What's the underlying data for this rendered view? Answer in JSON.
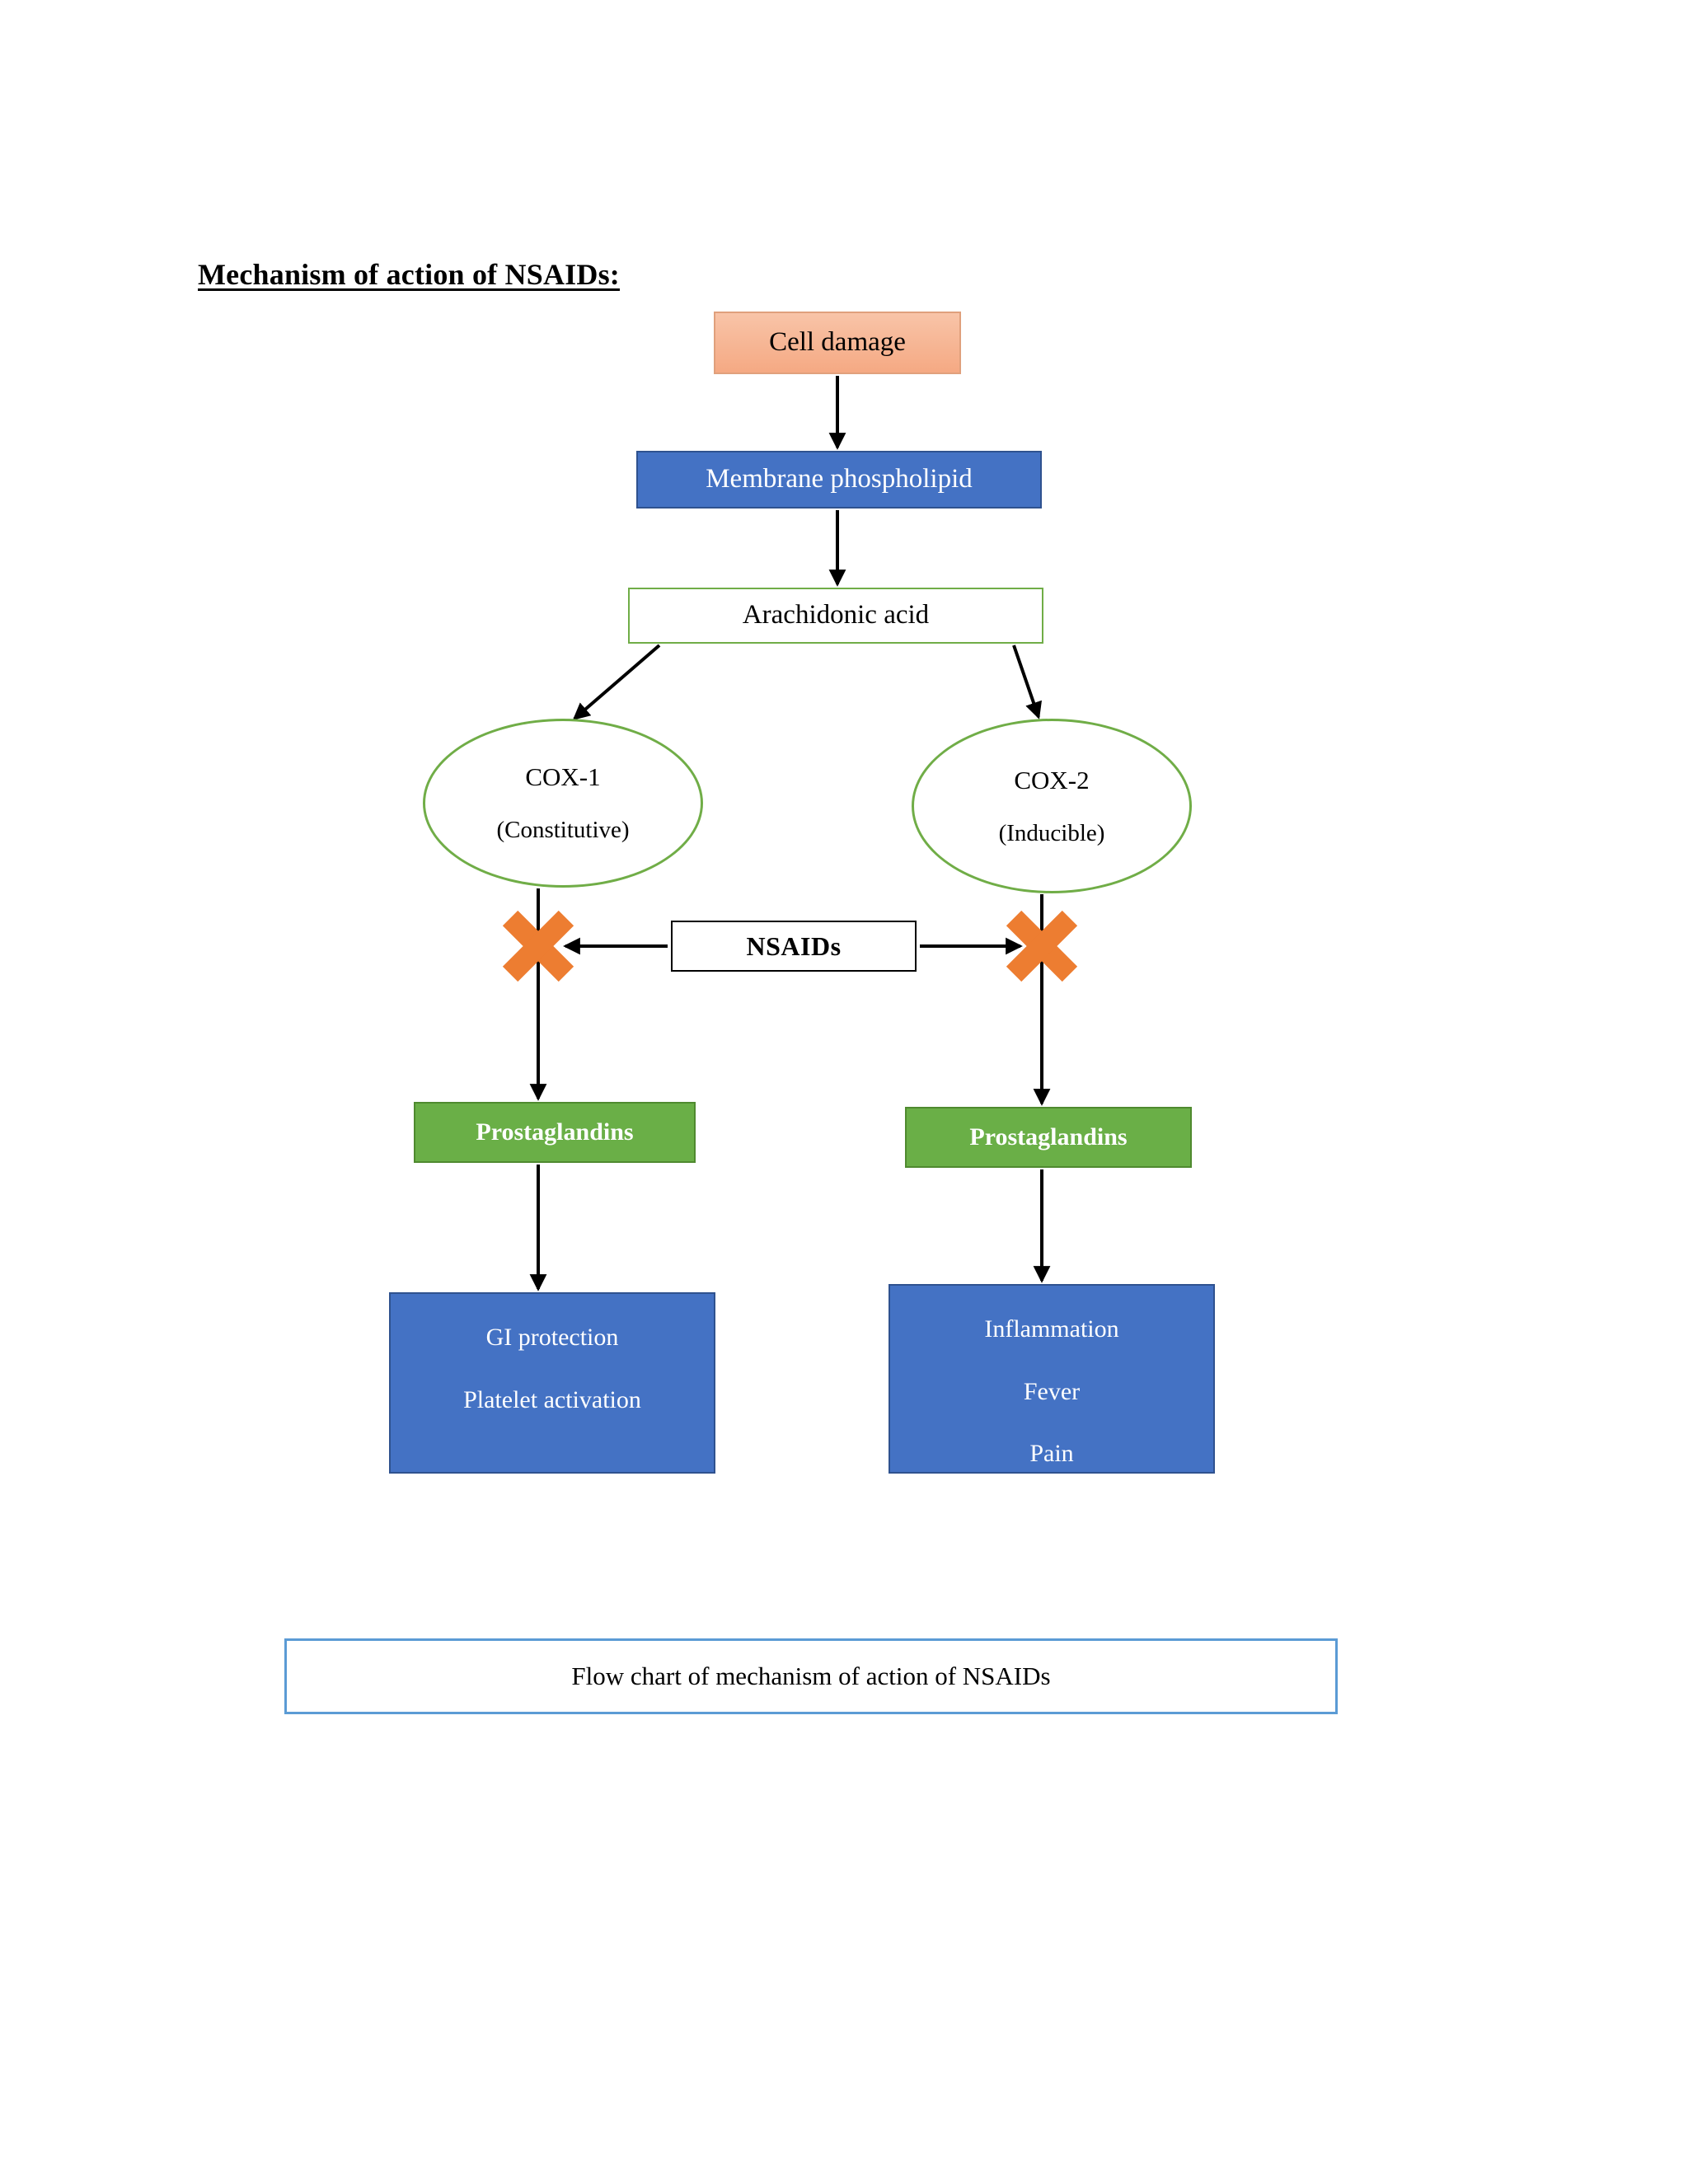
{
  "document": {
    "title": "Mechanism of action of NSAIDs:"
  },
  "flowchart": {
    "nodes": {
      "cell_damage": {
        "label": "Cell damage",
        "fill": "#F5A983",
        "text_color": "#000000",
        "shape": "rectangle"
      },
      "membrane_phospholipid": {
        "label": "Membrane phospholipid",
        "fill": "#4472C4",
        "text_color": "#FFFFFF",
        "shape": "rectangle"
      },
      "arachidonic_acid": {
        "label": "Arachidonic acid",
        "fill": "#FFFFFF",
        "border": "#70AD47",
        "text_color": "#000000",
        "shape": "rectangle"
      },
      "cox1": {
        "line1": "COX-1",
        "line2": "(Constitutive)",
        "fill": "#FFFFFF",
        "border": "#70AD47",
        "shape": "ellipse"
      },
      "cox2": {
        "line1": "COX-2",
        "line2": "(Inducible)",
        "fill": "#FFFFFF",
        "border": "#70AD47",
        "shape": "ellipse"
      },
      "nsaids": {
        "label": "NSAIDs",
        "fill": "#FFFFFF",
        "border": "#000000",
        "text_color": "#000000",
        "shape": "rectangle"
      },
      "prostaglandins_left": {
        "label": "Prostaglandins",
        "fill": "#6AAF47",
        "text_color": "#FFFFFF",
        "shape": "rectangle"
      },
      "prostaglandins_right": {
        "label": "Prostaglandins",
        "fill": "#6AAF47",
        "text_color": "#FFFFFF",
        "shape": "rectangle"
      },
      "gi_outcomes": {
        "line1": "GI protection",
        "line2": "Platelet activation",
        "fill": "#4472C4",
        "text_color": "#FFFFFF",
        "shape": "rectangle"
      },
      "inflammation_outcomes": {
        "line1": "Inflammation",
        "line2": "Fever",
        "line3": "Pain",
        "fill": "#4472C4",
        "text_color": "#FFFFFF",
        "shape": "rectangle"
      }
    },
    "inhibition_marks": {
      "left": {
        "name": "blocked-cox1",
        "color": "#ED7D31",
        "glyph": "X"
      },
      "right": {
        "name": "blocked-cox2",
        "color": "#ED7D31",
        "glyph": "X"
      }
    },
    "edges": [
      {
        "from": "cell_damage",
        "to": "membrane_phospholipid",
        "type": "arrow"
      },
      {
        "from": "membrane_phospholipid",
        "to": "arachidonic_acid",
        "type": "arrow"
      },
      {
        "from": "arachidonic_acid",
        "to": "cox1",
        "type": "arrow"
      },
      {
        "from": "arachidonic_acid",
        "to": "cox2",
        "type": "arrow"
      },
      {
        "from": "cox1",
        "to": "prostaglandins_left",
        "type": "arrow"
      },
      {
        "from": "cox2",
        "to": "prostaglandins_right",
        "type": "arrow"
      },
      {
        "from": "nsaids",
        "to": "blocked-cox1",
        "type": "arrow"
      },
      {
        "from": "nsaids",
        "to": "blocked-cox2",
        "type": "arrow"
      },
      {
        "from": "prostaglandins_left",
        "to": "gi_outcomes",
        "type": "arrow"
      },
      {
        "from": "prostaglandins_right",
        "to": "inflammation_outcomes",
        "type": "arrow"
      }
    ]
  },
  "caption": {
    "text": "Flow chart of mechanism of action of NSAIDs",
    "border_color": "#5B9BD5"
  }
}
